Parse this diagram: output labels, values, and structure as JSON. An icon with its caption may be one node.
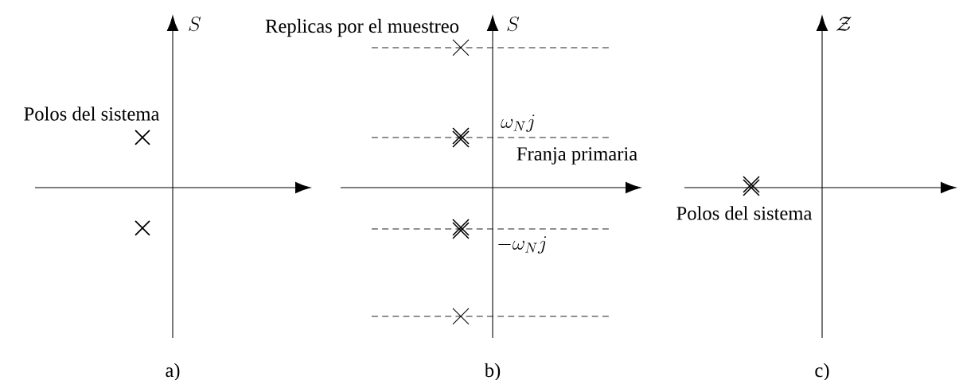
{
  "diagram": {
    "labels": [
      "S",
      "Replicas por el muestreo",
      "S",
      "\\mathcal{Z}",
      "Polos del sistema",
      "\\omega_N j",
      "Franja primaria",
      "Polos del sistema",
      "-\\omega_N j",
      "a)",
      "b)",
      "c)"
    ]
  }
}
